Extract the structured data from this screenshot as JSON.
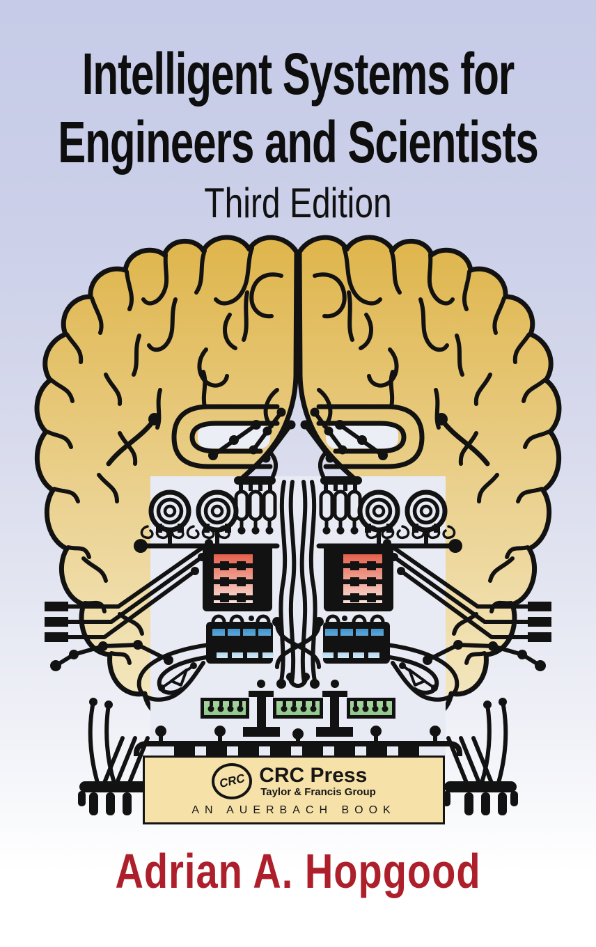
{
  "cover": {
    "title_line1": "Intelligent Systems for",
    "title_line2": "Engineers and Scientists",
    "edition": "Third Edition",
    "author": "Adrian A. Hopgood"
  },
  "publisher": {
    "logo_monogram": "CRC",
    "name": "CRC Press",
    "group": "Taylor & Francis Group",
    "imprint": "AN AUERBACH BOOK"
  },
  "illustration": {
    "description": "Human brain drawn as a printed circuit board (brain-circuit artwork)",
    "icons": [
      "brain-icon",
      "circuit-trace-icon",
      "coil-icon",
      "resistor-icon",
      "chip-icon",
      "connector-icon",
      "diode-icon",
      "via-dot-icon"
    ]
  },
  "colors": {
    "background_top": "#C6CBE7",
    "background_bottom": "#FFFFFF",
    "brain_gold_top": "#DFB54C",
    "brain_gold_bottom": "#F4E8C2",
    "line_black": "#121212",
    "panel": "#E9EBF4",
    "chip_red": "#E4604C",
    "chip_blue": "#4397CE",
    "chip_green": "#96CB90",
    "publisher_box": "#F6E2A8",
    "author_red": "#AC1F2B"
  }
}
